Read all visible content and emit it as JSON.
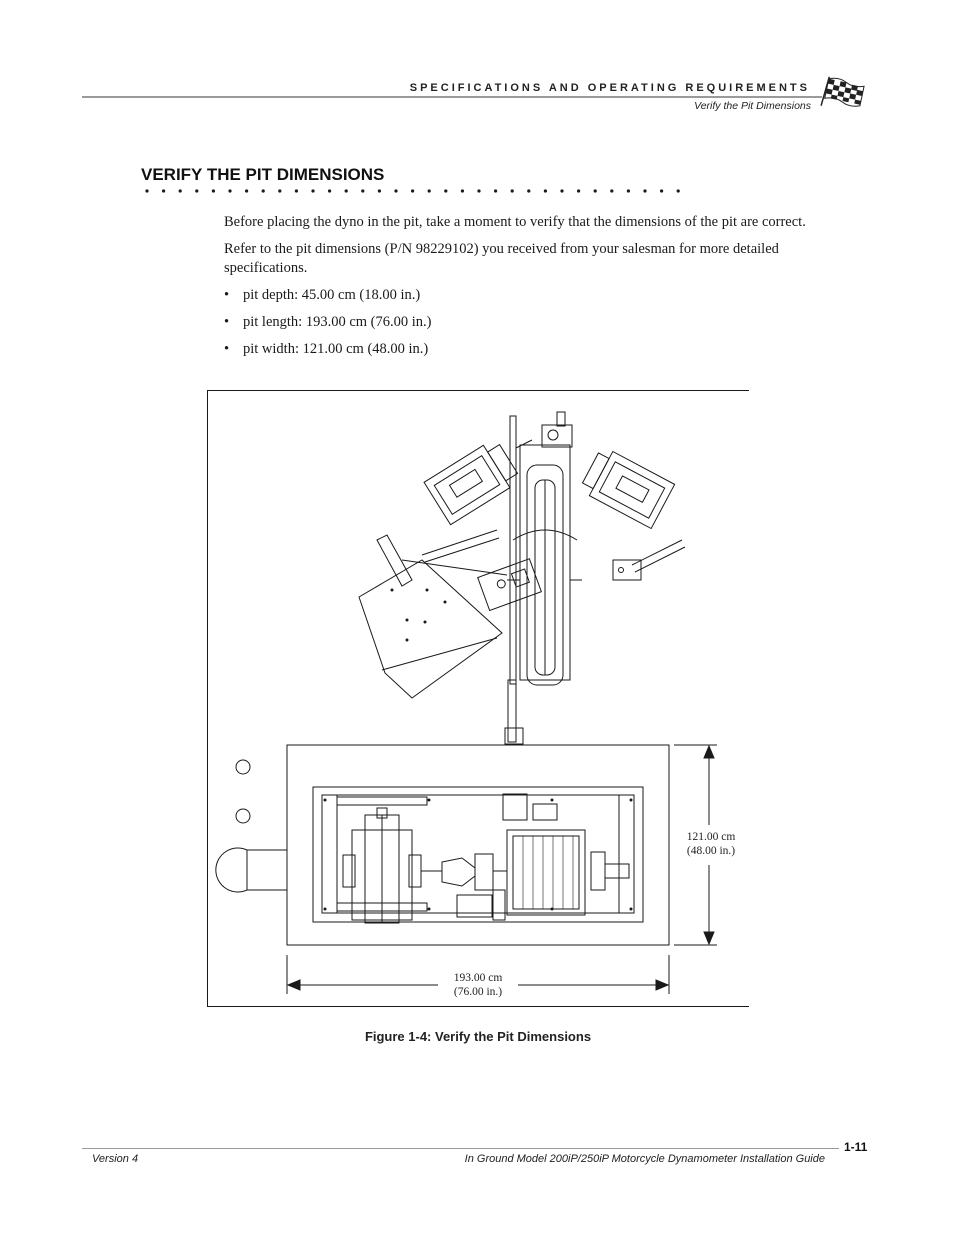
{
  "header": {
    "running_title": "SPECIFICATIONS AND OPERATING REQUIREMENTS",
    "running_subtitle": "Verify the Pit Dimensions",
    "logo_icon": "checkered-flag-icon"
  },
  "section": {
    "title": "VERIFY THE PIT DIMENSIONS"
  },
  "body": {
    "paragraphs": [
      "Before placing the dyno in the pit, take a moment to verify that the dimensions of the pit are correct.",
      "Refer to the pit dimensions (P/N 98229102) you received from your salesman for more detailed specifications."
    ],
    "bullet_glyph": "•",
    "bullets": [
      "pit depth: 45.00 cm (18.00 in.)",
      "pit length: 193.00 cm (76.00 in.)",
      "pit width: 121.00 cm (48.00 in.)"
    ]
  },
  "figure": {
    "width_label_metric": "121.00 cm",
    "width_label_imperial": "(48.00 in.)",
    "length_label_metric": "193.00 cm",
    "length_label_imperial": "(76.00 in.)",
    "caption": "Figure 1-4: Verify the Pit Dimensions"
  },
  "footer": {
    "version": "Version 4",
    "guide_title": "In Ground Model 200iP/250iP Motorcycle Dynamometer Installation Guide",
    "page_number": "1-11"
  }
}
